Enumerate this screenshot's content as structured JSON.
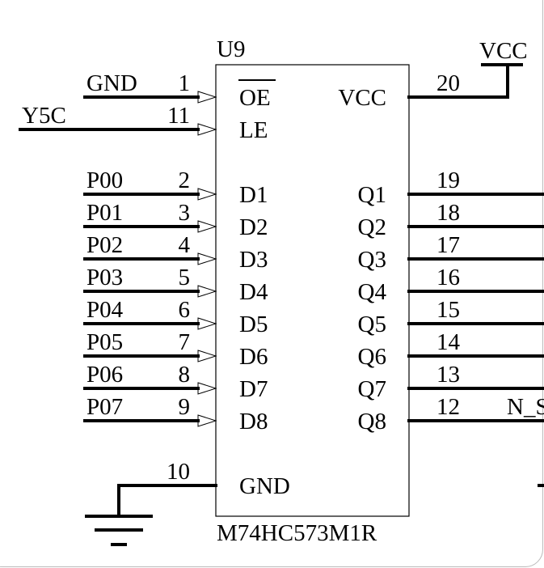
{
  "component": {
    "designator": "U9",
    "part_number": "M74HC573M1R",
    "left_pins": [
      {
        "pin": "1",
        "name": "OE",
        "net": "GND",
        "inverted": true
      },
      {
        "pin": "11",
        "name": "LE",
        "net": "Y5C"
      },
      {
        "pin": "2",
        "name": "D1",
        "net": "P00"
      },
      {
        "pin": "3",
        "name": "D2",
        "net": "P01"
      },
      {
        "pin": "4",
        "name": "D3",
        "net": "P02"
      },
      {
        "pin": "5",
        "name": "D4",
        "net": "P03"
      },
      {
        "pin": "6",
        "name": "D5",
        "net": "P04"
      },
      {
        "pin": "7",
        "name": "D6",
        "net": "P05"
      },
      {
        "pin": "8",
        "name": "D7",
        "net": "P06"
      },
      {
        "pin": "9",
        "name": "D8",
        "net": "P07"
      },
      {
        "pin": "10",
        "name": "GND",
        "net": ""
      }
    ],
    "right_pins": [
      {
        "pin": "20",
        "name": "VCC",
        "net": "VCC"
      },
      {
        "pin": "19",
        "name": "Q1",
        "net": ""
      },
      {
        "pin": "18",
        "name": "Q2",
        "net": ""
      },
      {
        "pin": "17",
        "name": "Q3",
        "net": ""
      },
      {
        "pin": "16",
        "name": "Q4",
        "net": ""
      },
      {
        "pin": "15",
        "name": "Q5",
        "net": ""
      },
      {
        "pin": "14",
        "name": "Q6",
        "net": ""
      },
      {
        "pin": "13",
        "name": "Q7",
        "net": ""
      },
      {
        "pin": "12",
        "name": "Q8",
        "net": "N_S"
      }
    ]
  },
  "power_label": "VCC",
  "colors": {
    "wire": "#000000",
    "background": "#ffffff"
  }
}
